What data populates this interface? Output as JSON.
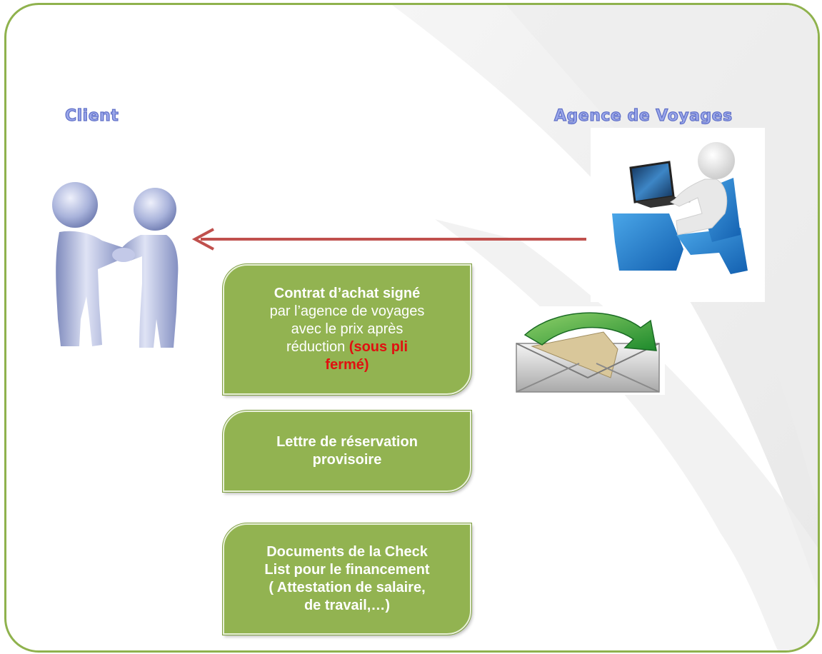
{
  "parties": {
    "client": "Client",
    "agency": "Agence de Voyages"
  },
  "boxes": {
    "contract": {
      "bold": "Contrat d’achat signé",
      "line2": "par l’agence de voyages",
      "line3": "avec le prix après",
      "line4_plain": "réduction ",
      "line4_red": "(sous pli",
      "line5_red": "fermé)"
    },
    "letter": {
      "line1": "Lettre de réservation",
      "line2": "provisoire"
    },
    "documents": {
      "line1": "Documents de la Check",
      "line2": "List pour le financement",
      "line3": "( Attestation de salaire,",
      "line4": "de travail,…)"
    }
  },
  "icons": {
    "client": "handshake-people-icon",
    "agency": "person-at-laptop-icon",
    "envelope": "envelope-arrow-icon"
  },
  "colors": {
    "frame_border": "#8fb24d",
    "box_fill": "#92b351",
    "arrow": "#c0504d",
    "label_fill": "#9aa7ea",
    "highlight_text": "#e01010"
  }
}
